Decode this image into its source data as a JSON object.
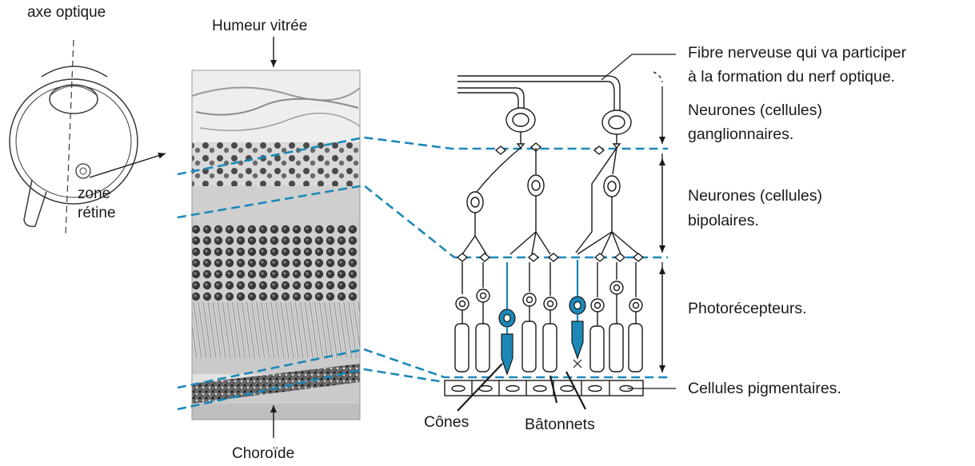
{
  "eye_labels": {
    "optical_axis": "axe optique",
    "zone_line1": "zone",
    "zone_line2": "rétine"
  },
  "micrograph_labels": {
    "top": "Humeur vitrée",
    "bottom": "Choroïde"
  },
  "schema_labels": {
    "nerve_fiber_line1": "Fibre nerveuse qui va participer",
    "nerve_fiber_line2": "à la formation du nerf optique.",
    "ganglion_line1": "Neurones (cellules)",
    "ganglion_line2": "ganglionnaires.",
    "bipolar_line1": "Neurones (cellules)",
    "bipolar_line2": "bipolaires.",
    "photoreceptors": "Photorécepteurs.",
    "pigment_cells": "Cellules pigmentaires.",
    "cones": "Cônes",
    "rods": "Bâtonnets"
  },
  "colors": {
    "accent": "#1b88b8",
    "ink": "#1a1a1a"
  }
}
